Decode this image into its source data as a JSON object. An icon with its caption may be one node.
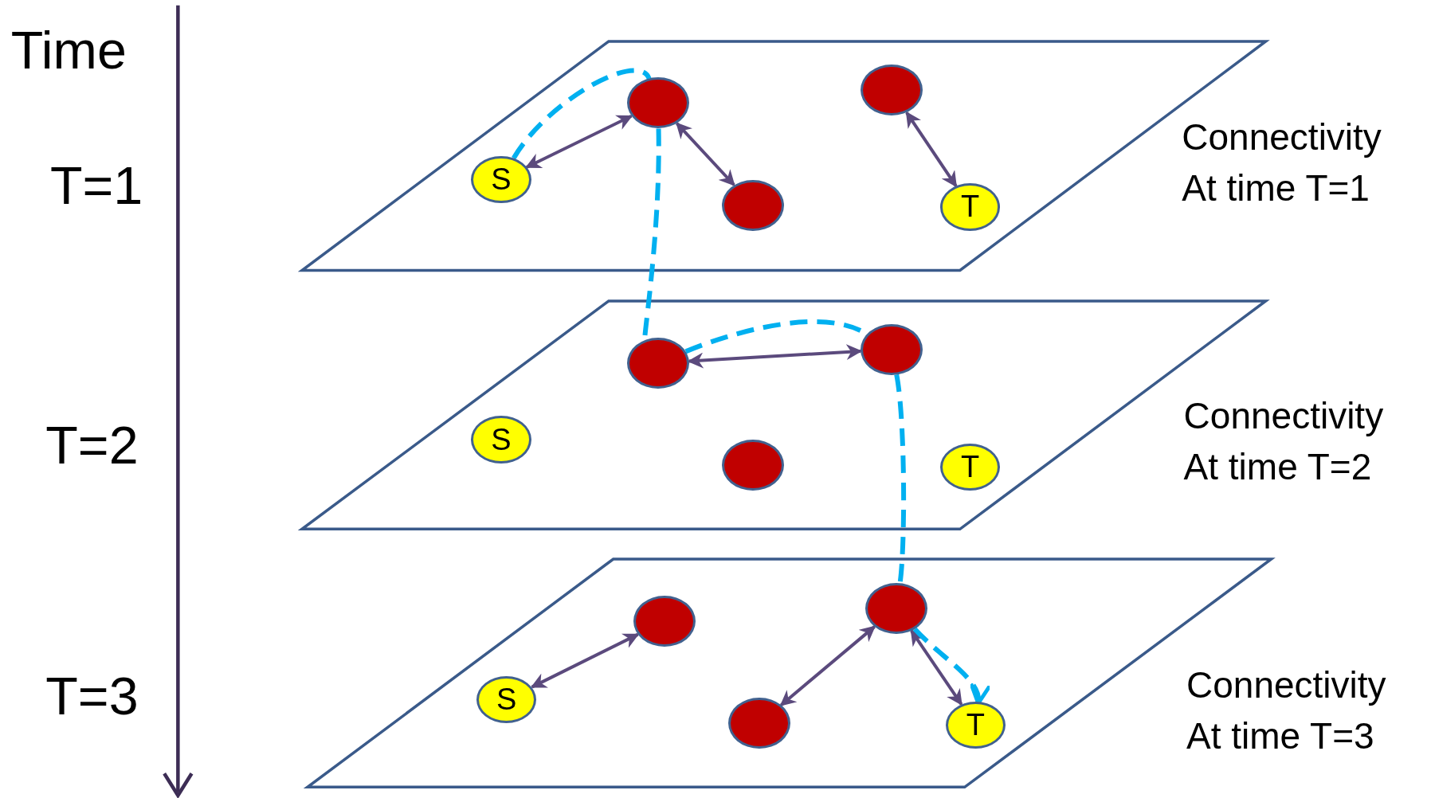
{
  "diagram": {
    "nodes": [
      {
        "text": [
          "Connectivity At time T=1"
        ]
      },
      {
        "text": [],
        "shape": "circle",
        "in": 0
      },
      {
        "text": [],
        "shape": "circle",
        "in": 0
      },
      {
        "text": [
          "S"
        ],
        "in": 0
      },
      {
        "text": [],
        "shape": "circle",
        "in": 0
      },
      {
        "text": [
          "T"
        ],
        "in": 0
      },
      {
        "text": [
          "Connectivity At time T=2"
        ]
      },
      {
        "text": [],
        "shape": "circle",
        "in": 6
      },
      {
        "text": [],
        "shape": "circle",
        "in": 6
      },
      {
        "text": [
          "S"
        ],
        "in": 6
      },
      {
        "text": [],
        "shape": "circle",
        "in": 6
      },
      {
        "text": [
          "T"
        ],
        "in": 6
      },
      {
        "text": [
          "Connectivity At time T=3"
        ]
      },
      {
        "text": [],
        "shape": "circle",
        "in": 12
      },
      {
        "text": [],
        "shape": "circle",
        "in": 12
      },
      {
        "text": [
          "S"
        ],
        "in": 12
      },
      {
        "text": [],
        "shape": "circle",
        "in": 12
      },
      {
        "text": [
          "T"
        ],
        "in": 12
      }
    ],
    "edges": [
      {
        "from": 3,
        "to": 1,
        "arrow": "both"
      },
      {
        "from": 1,
        "to": 4,
        "arrow": "both"
      },
      {
        "from": 2,
        "to": 5,
        "arrow": "both"
      },
      {
        "from": 7,
        "to": 8,
        "arrow": "both"
      },
      {
        "from": 15,
        "to": 13,
        "arrow": "both"
      },
      {
        "from": 14,
        "to": 16,
        "arrow": "both"
      },
      {
        "from": 14,
        "to": 17,
        "arrow": "both"
      },
      {
        "from": 3,
        "to": 1,
        "arrow": "none",
        "style": "dashed",
        "color": "#00b0f0"
      },
      {
        "from": 1,
        "to": 7,
        "arrow": "none",
        "style": "dashed",
        "color": "#00b0f0"
      },
      {
        "from": 7,
        "to": 8,
        "arrow": "none",
        "style": "dashed",
        "color": "#00b0f0"
      },
      {
        "from": 8,
        "to": 14,
        "arrow": "none",
        "style": "dashed",
        "color": "#00b0f0"
      },
      {
        "from": 14,
        "to": 17,
        "arrow": "to",
        "style": "dashed",
        "color": "#00b0f0"
      }
    ],
    "labels": [
      "Time",
      "T=1",
      "T=2",
      "T=3"
    ]
  }
}
